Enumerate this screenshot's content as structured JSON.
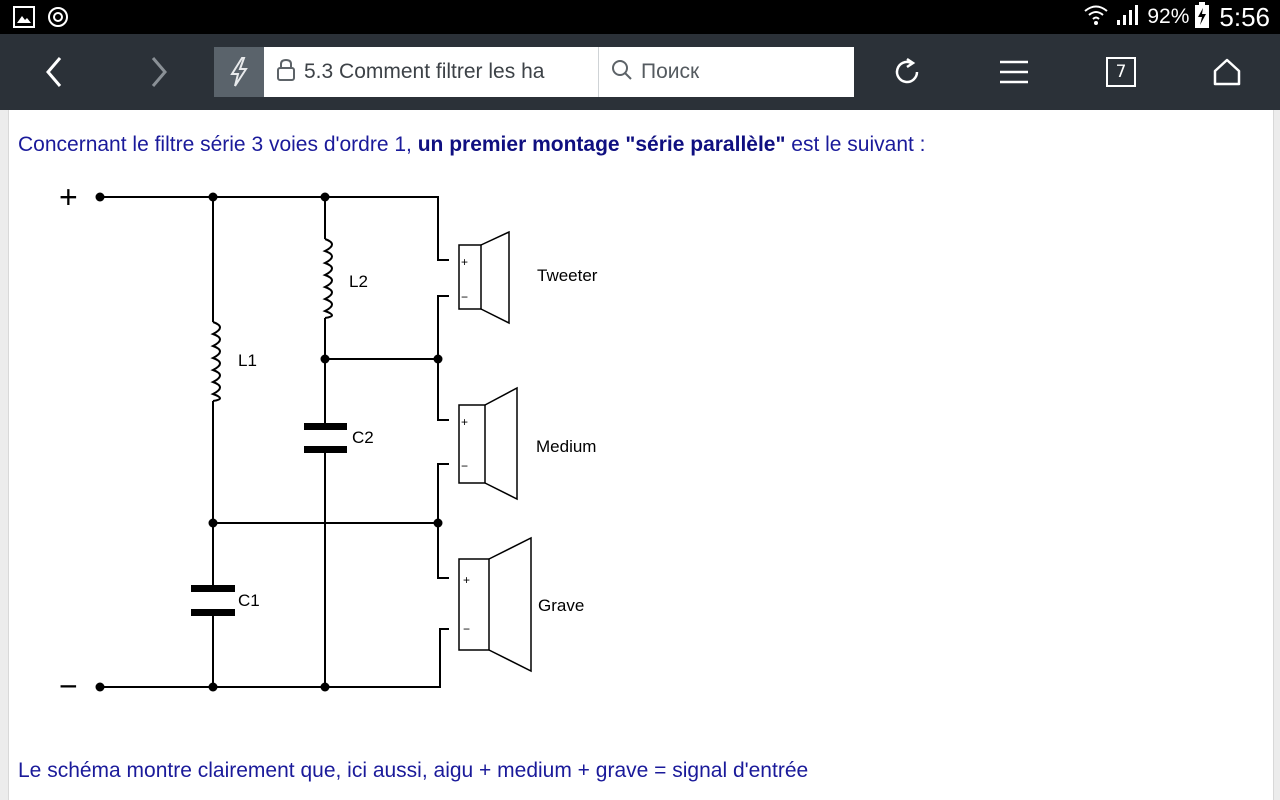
{
  "status_bar": {
    "battery_percent": "92%",
    "time": "5:56",
    "icons": [
      "gallery-icon",
      "sync-icon",
      "wifi-icon",
      "signal-icon",
      "battery-charging-icon"
    ]
  },
  "browser": {
    "url_text": "5.3 Comment filtrer les ha",
    "search_placeholder": "Поиск",
    "tabs_count": "7",
    "icons": [
      "back-icon",
      "forward-icon",
      "bolt-icon",
      "lock-icon",
      "search-icon",
      "reload-icon",
      "menu-icon",
      "tabs-icon",
      "home-icon"
    ]
  },
  "content": {
    "intro_before": "Concernant le filtre série 3 voies d'ordre 1, ",
    "intro_bold": "un premier montage \"série parallèle\"",
    "intro_after": " est le suivant :",
    "conclusion": "Le schéma montre clairement que, ici aussi, aigu + medium + grave = signal d'entrée"
  },
  "schematic": {
    "plus_label": "+",
    "minus_label": "−",
    "components": {
      "l1": "L1",
      "l2": "L2",
      "c1": "C1",
      "c2": "C2"
    },
    "speakers": {
      "tweeter": "Tweeter",
      "medium": "Medium",
      "grave": "Grave",
      "plus": "+",
      "minus": "−"
    }
  }
}
